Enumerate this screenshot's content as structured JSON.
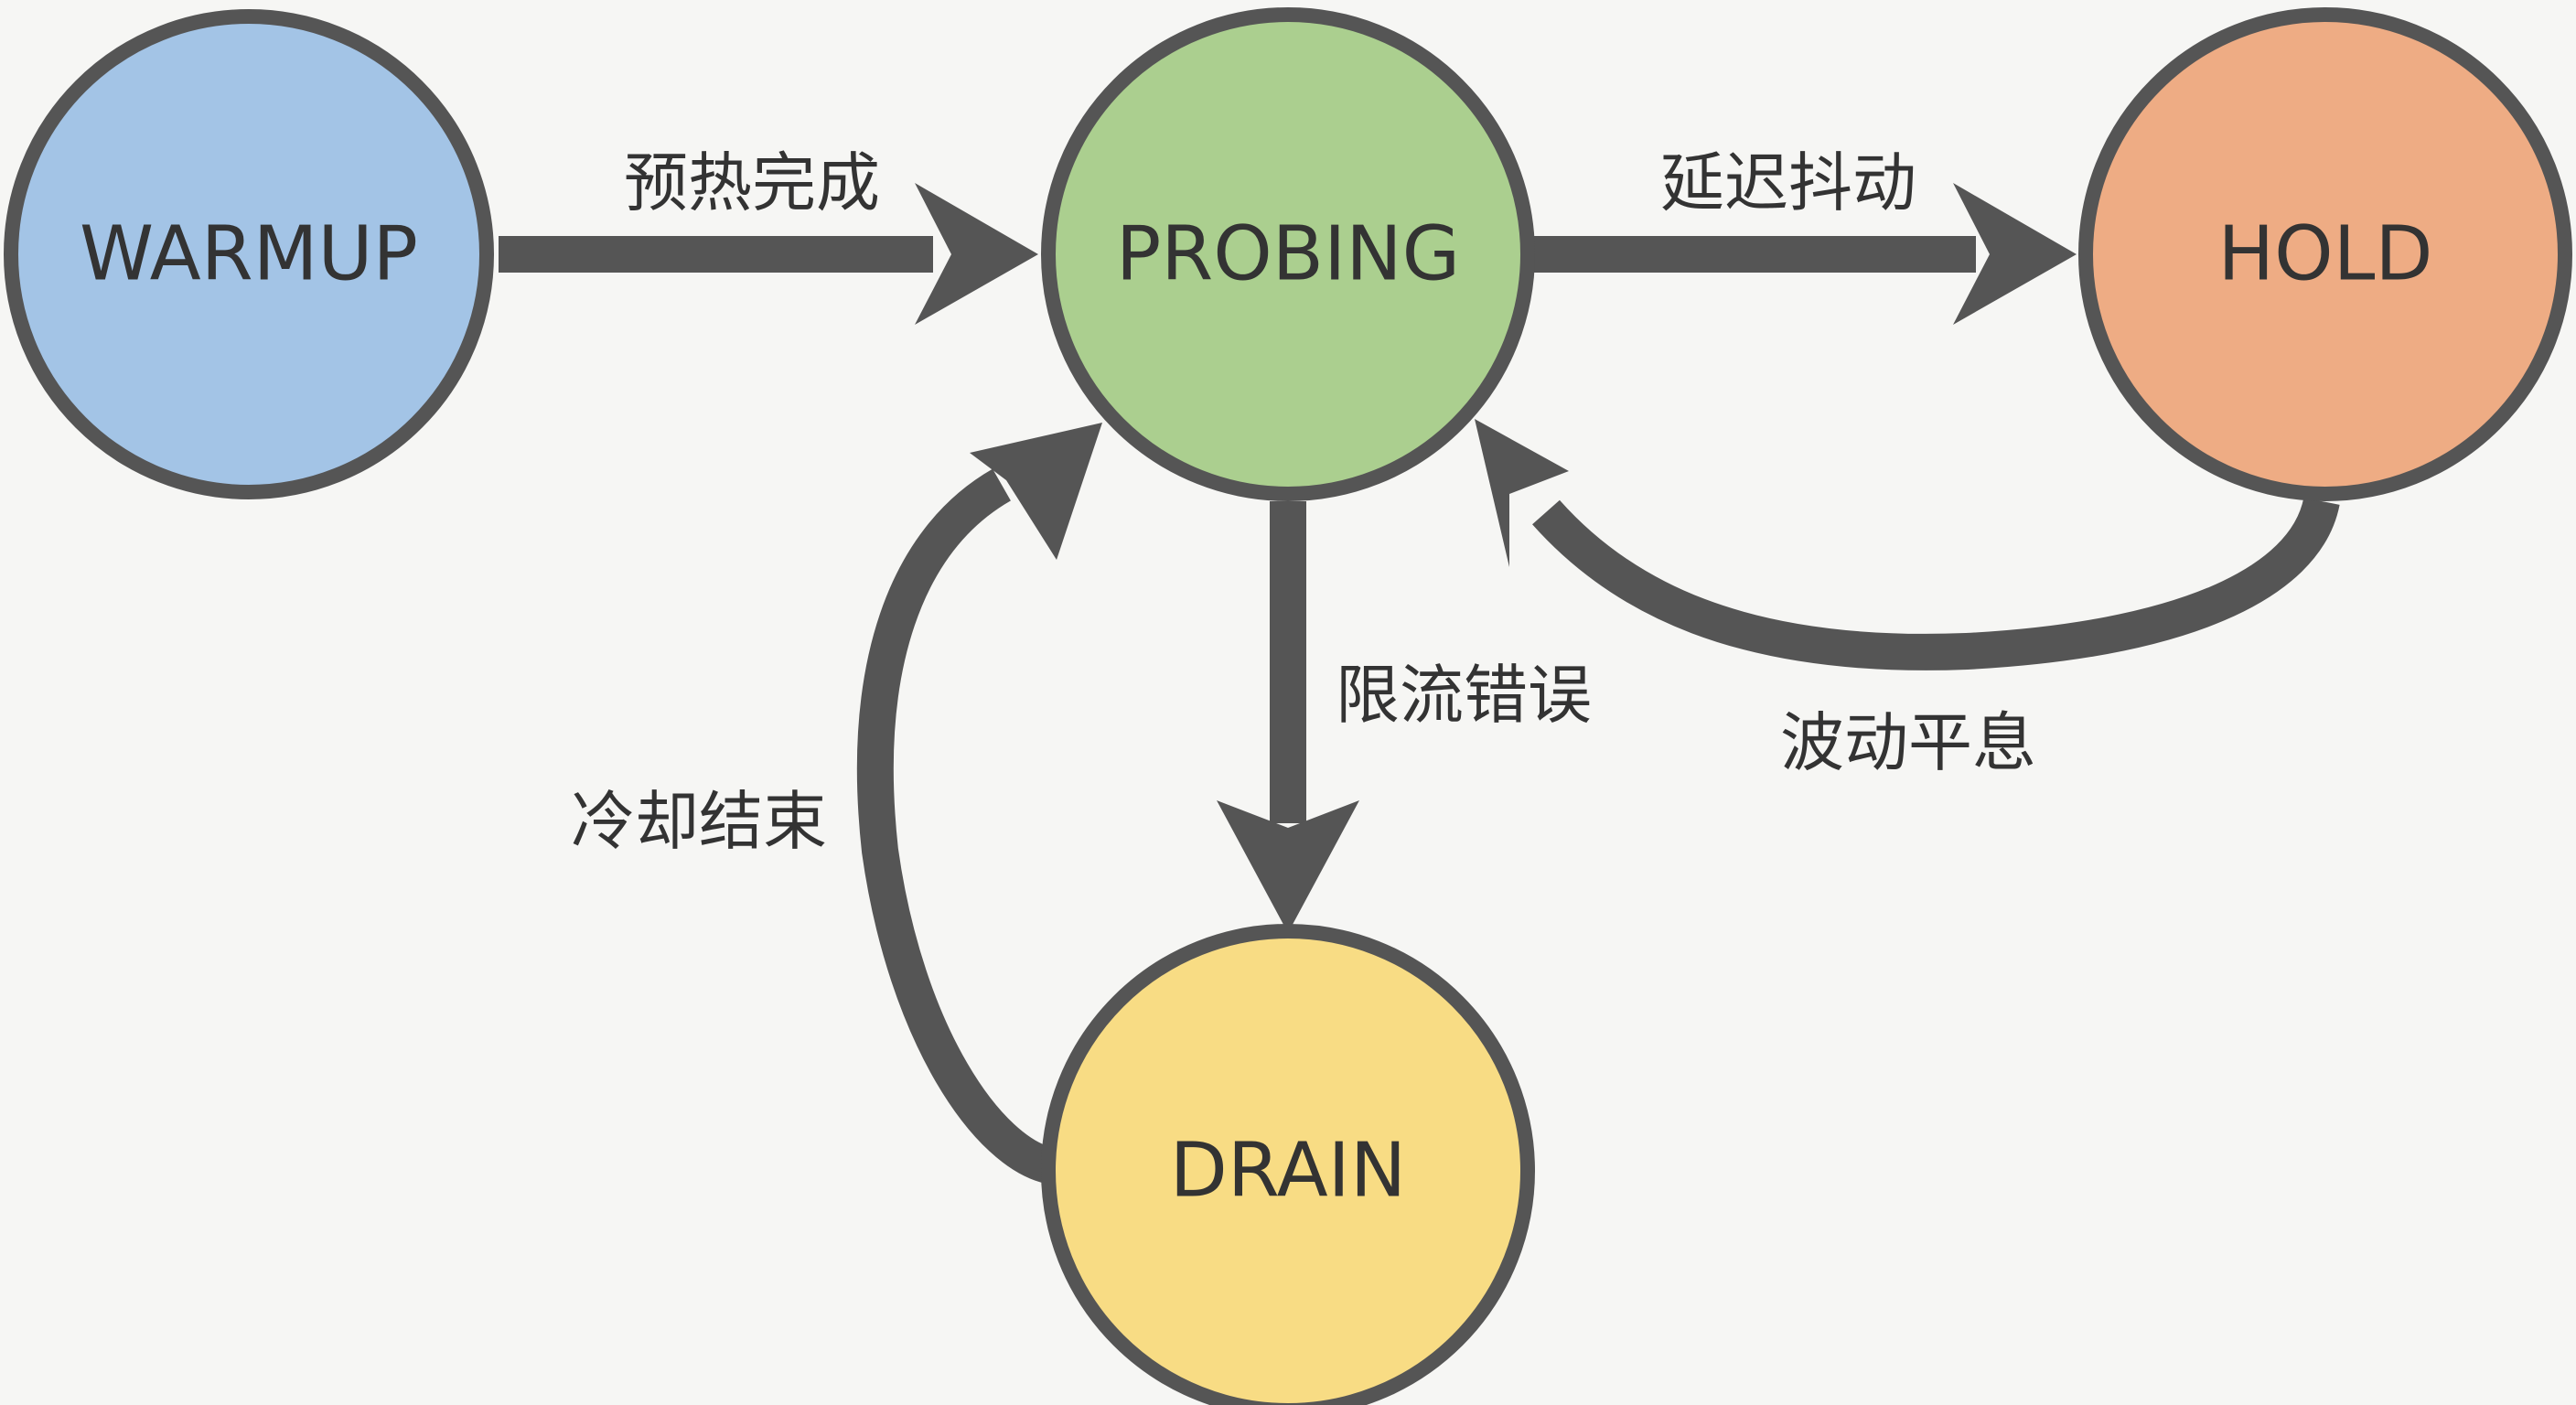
{
  "states": {
    "warmup": {
      "label": "WARMUP",
      "color": "#a3c4e6"
    },
    "probing": {
      "label": "PROBING",
      "color": "#abcf8f"
    },
    "hold": {
      "label": "HOLD",
      "color": "#eeac84"
    },
    "drain": {
      "label": "DRAIN",
      "color": "#f8dc84"
    }
  },
  "transitions": {
    "warmup_to_probing": {
      "from": "WARMUP",
      "to": "PROBING",
      "label": "预热完成"
    },
    "probing_to_hold": {
      "from": "PROBING",
      "to": "HOLD",
      "label": "延迟抖动"
    },
    "hold_to_probing": {
      "from": "HOLD",
      "to": "PROBING",
      "label": "波动平息"
    },
    "probing_to_drain": {
      "from": "PROBING",
      "to": "DRAIN",
      "label": "限流错误"
    },
    "drain_to_probing": {
      "from": "DRAIN",
      "to": "PROBING",
      "label": "冷却结束"
    }
  },
  "colors": {
    "background": "#f6f6f4",
    "edge": "#555555",
    "outline": "#555555",
    "text": "#333333"
  }
}
